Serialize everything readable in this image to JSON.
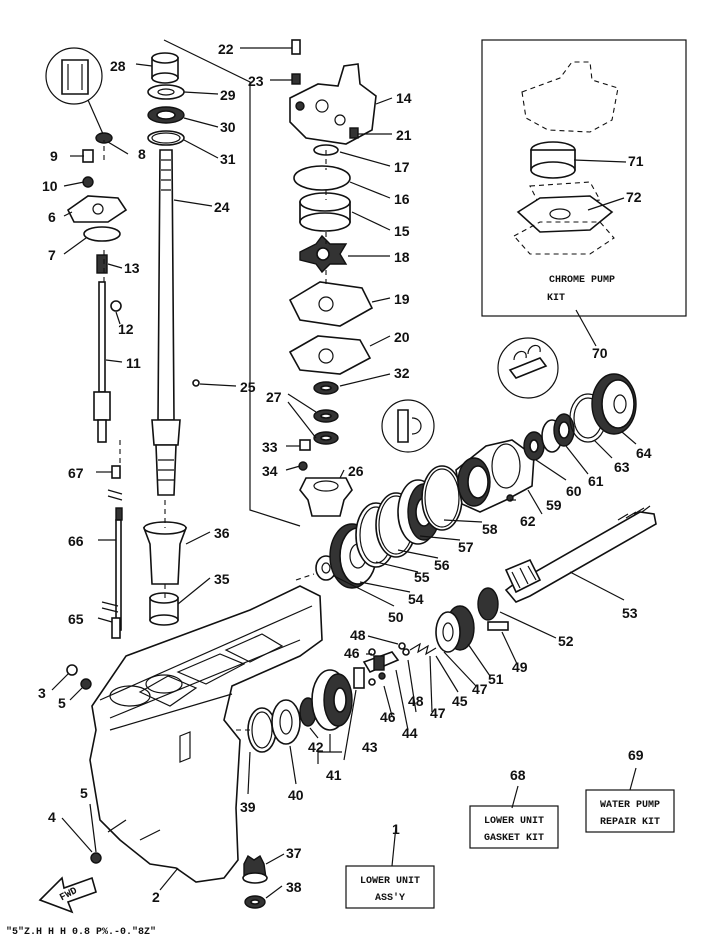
{
  "labels": {
    "p1": "1",
    "p2": "2",
    "p3": "3",
    "p4": "4",
    "p5a": "5",
    "p5b": "5",
    "p6": "6",
    "p7": "7",
    "p8": "8",
    "p9": "9",
    "p10": "10",
    "p11": "11",
    "p12": "12",
    "p13": "13",
    "p14": "14",
    "p15": "15",
    "p16": "16",
    "p17": "17",
    "p18": "18",
    "p19": "19",
    "p20": "20",
    "p21": "21",
    "p22": "22",
    "p23": "23",
    "p24": "24",
    "p25": "25",
    "p26": "26",
    "p27": "27",
    "p28": "28",
    "p29": "29",
    "p30": "30",
    "p31": "31",
    "p32": "32",
    "p33": "33",
    "p34": "34",
    "p35": "35",
    "p36": "36",
    "p37": "37",
    "p38": "38",
    "p39": "39",
    "p40": "40",
    "p41": "41",
    "p42": "42",
    "p43": "43",
    "p44": "44",
    "p45": "45",
    "p46a": "46",
    "p46b": "46",
    "p47a": "47",
    "p47b": "47",
    "p48a": "48",
    "p48b": "48",
    "p49": "49",
    "p50": "50",
    "p51": "51",
    "p52": "52",
    "p53": "53",
    "p54": "54",
    "p55": "55",
    "p56": "56",
    "p57": "57",
    "p58": "58",
    "p59": "59",
    "p60": "60",
    "p61": "61",
    "p62": "62",
    "p63": "63",
    "p64": "64",
    "p65": "65",
    "p66": "66",
    "p67": "67",
    "p68": "68",
    "p69": "69",
    "p70": "70",
    "p71": "71",
    "p72": "72"
  },
  "kits": {
    "chrome_pump_line1": "CHROME PUMP",
    "chrome_pump_line2": "KIT",
    "lower_gasket_line1": "LOWER UNIT",
    "lower_gasket_line2": "GASKET KIT",
    "water_pump_line1": "WATER PUMP",
    "water_pump_line2": "REPAIR KIT",
    "lower_assy_line1": "LOWER UNIT",
    "lower_assy_line2": "ASS'Y"
  },
  "fwd_label": "FWD",
  "footer_code": "\"5\"Z.H H H 0.8    P%.-0.\"8Z\""
}
